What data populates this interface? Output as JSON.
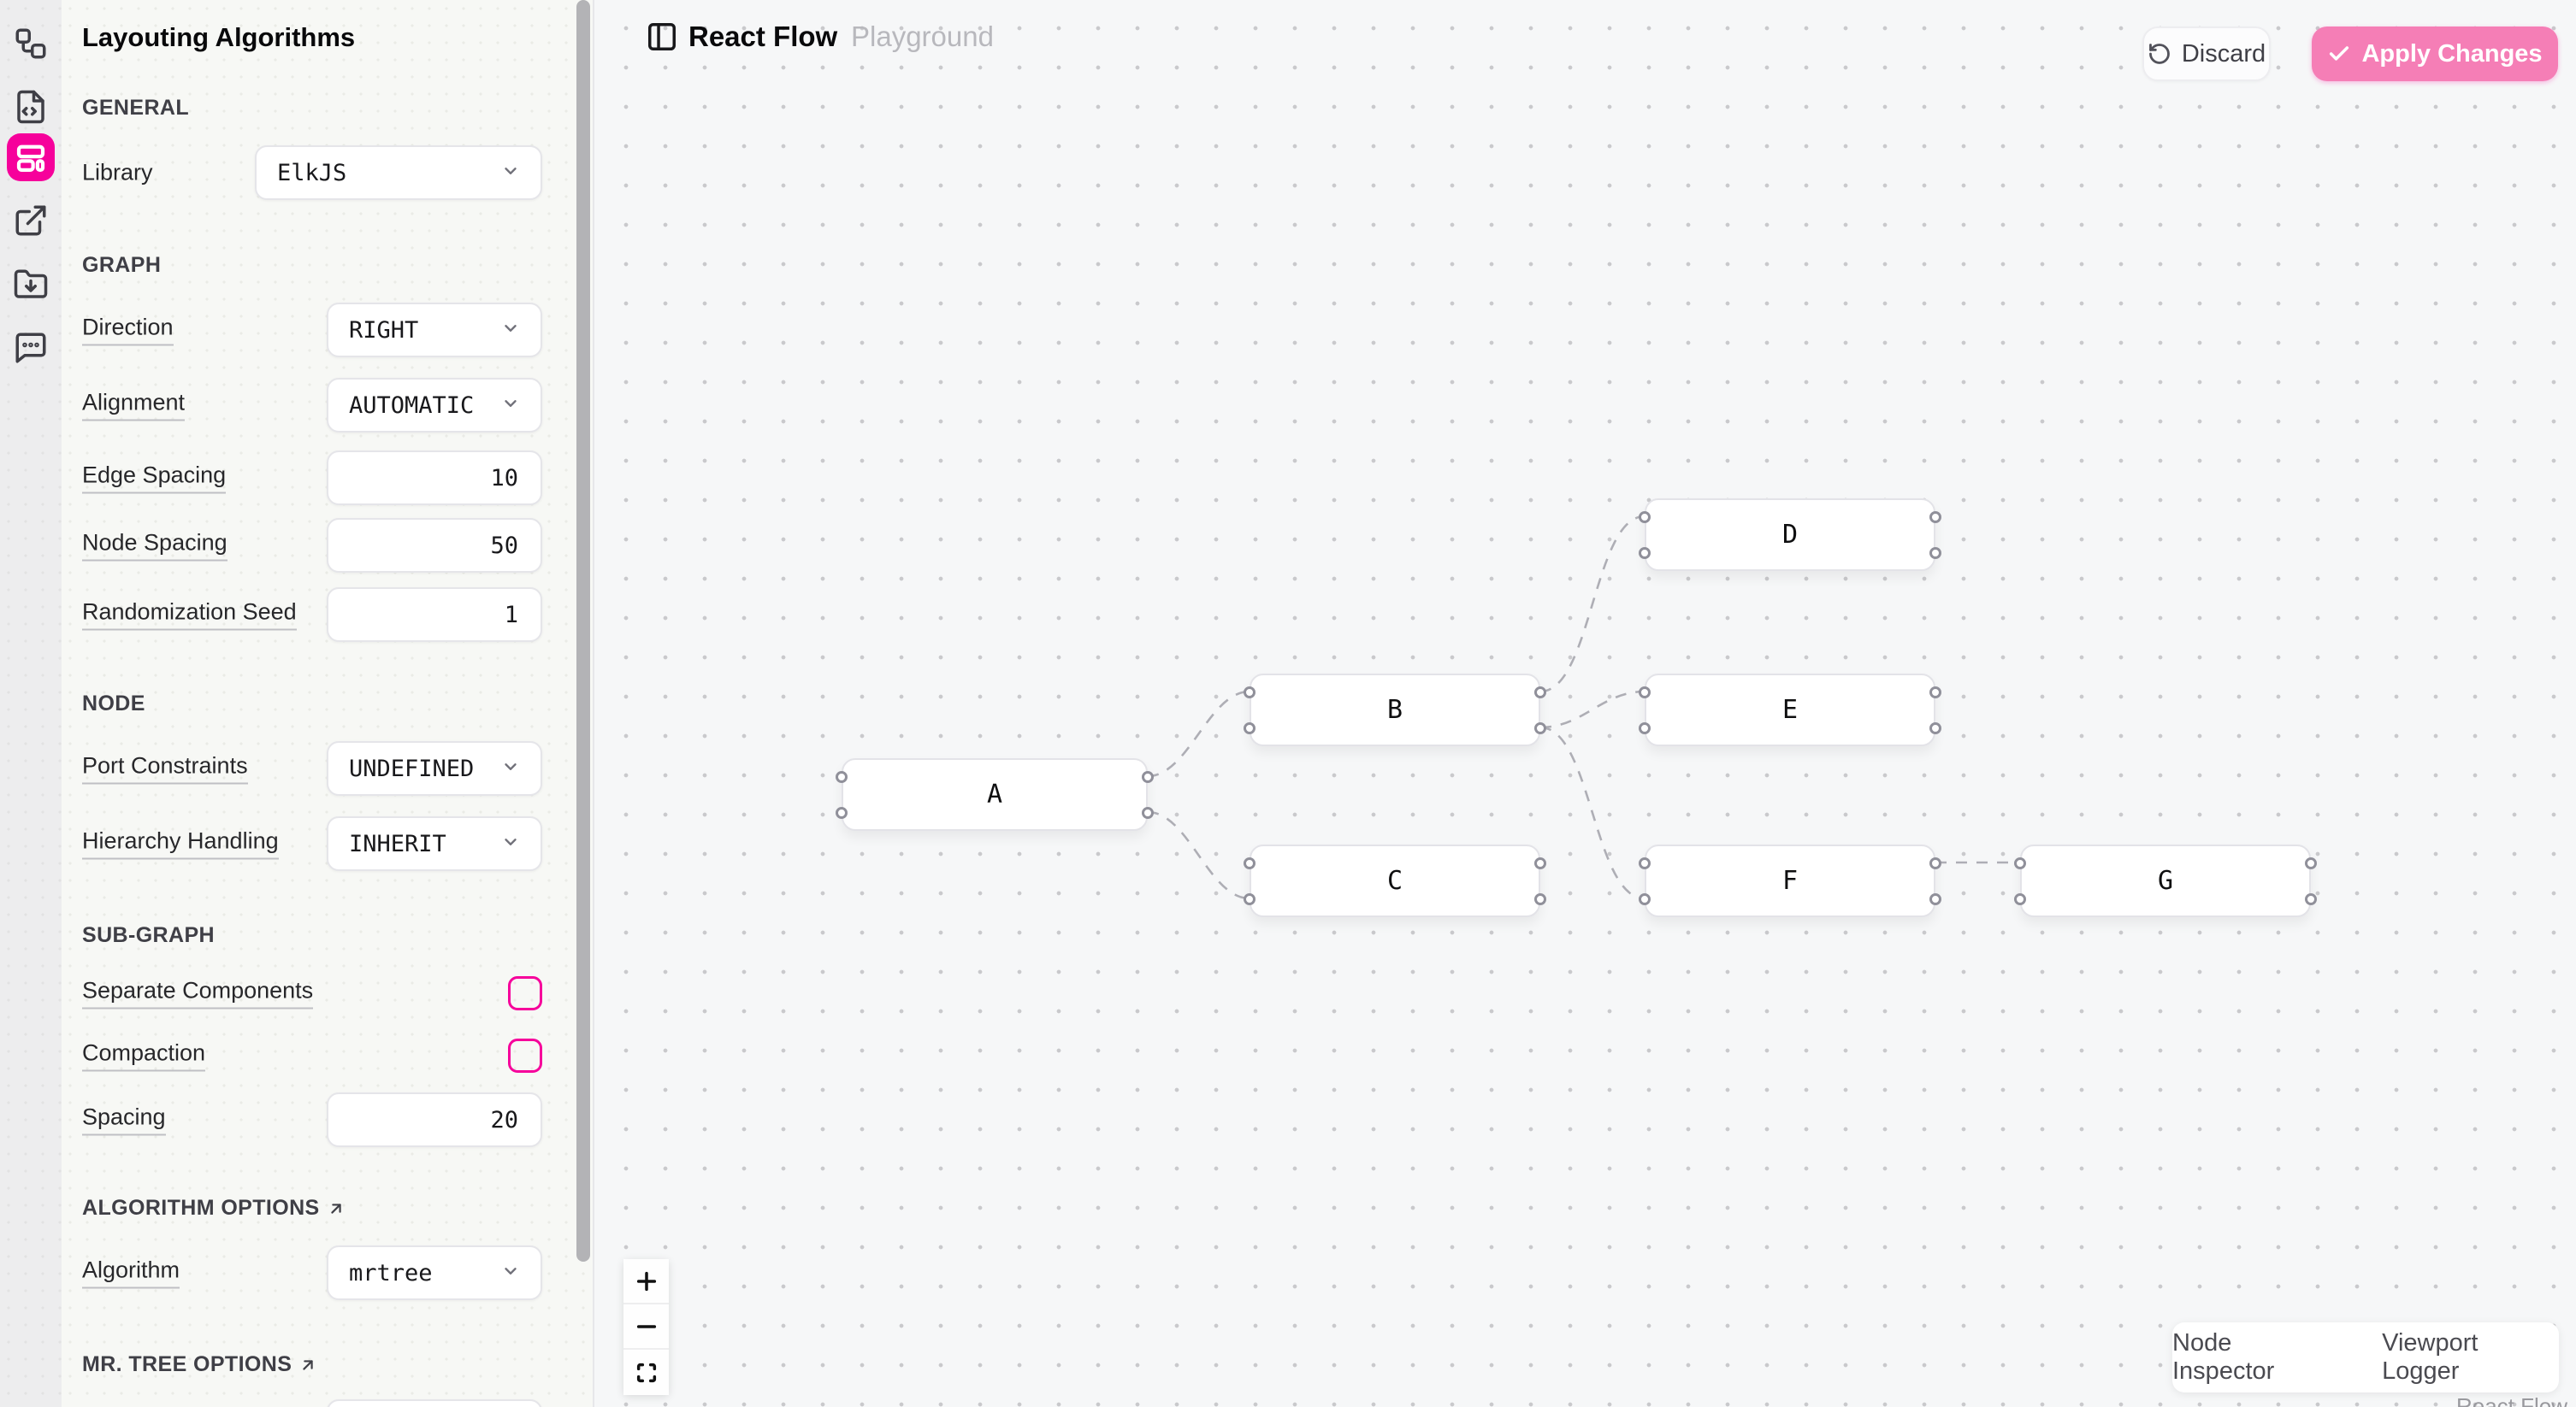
{
  "header": {
    "title": "React Flow",
    "subtitle": "Playground",
    "discard_label": "Discard",
    "apply_label": "Apply Changes"
  },
  "rail": {
    "icons": [
      "workflow-icon",
      "file-code-icon",
      "layout-dashboard-icon",
      "external-link-icon",
      "folder-download-icon",
      "message-dots-icon"
    ],
    "active_icon": "layout-dashboard-icon"
  },
  "panel": {
    "title": "Layouting Algorithms",
    "general": {
      "heading": "GENERAL",
      "library": {
        "label": "Library",
        "value": "ElkJS"
      }
    },
    "graph": {
      "heading": "GRAPH",
      "direction": {
        "label": "Direction",
        "value": "RIGHT"
      },
      "alignment": {
        "label": "Alignment",
        "value": "AUTOMATIC"
      },
      "edge_spacing": {
        "label": "Edge Spacing",
        "value": "10"
      },
      "node_spacing": {
        "label": "Node Spacing",
        "value": "50"
      },
      "randomization_seed": {
        "label": "Randomization Seed",
        "value": "1"
      }
    },
    "node": {
      "heading": "NODE",
      "port_constraints": {
        "label": "Port Constraints",
        "value": "UNDEFINED"
      },
      "hierarchy_handling": {
        "label": "Hierarchy Handling",
        "value": "INHERIT"
      }
    },
    "subgraph": {
      "heading": "SUB-GRAPH",
      "separate_components": {
        "label": "Separate Components",
        "checked": false
      },
      "compaction": {
        "label": "Compaction",
        "checked": false
      },
      "spacing": {
        "label": "Spacing",
        "value": "20"
      }
    },
    "algorithm_options": {
      "heading": "ALGORITHM OPTIONS",
      "algorithm": {
        "label": "Algorithm",
        "value": "mrtree"
      }
    },
    "mr_tree_options": {
      "heading": "MR. TREE OPTIONS"
    }
  },
  "flow": {
    "nodes": [
      {
        "id": "A",
        "label": "A"
      },
      {
        "id": "B",
        "label": "B"
      },
      {
        "id": "C",
        "label": "C"
      },
      {
        "id": "D",
        "label": "D"
      },
      {
        "id": "E",
        "label": "E"
      },
      {
        "id": "F",
        "label": "F"
      },
      {
        "id": "G",
        "label": "G"
      }
    ],
    "edges": [
      {
        "from": "A",
        "to": "B"
      },
      {
        "from": "A",
        "to": "C"
      },
      {
        "from": "B",
        "to": "D"
      },
      {
        "from": "B",
        "to": "E"
      },
      {
        "from": "B",
        "to": "F"
      },
      {
        "from": "F",
        "to": "G"
      }
    ]
  },
  "devtools": {
    "node_inspector": "Node Inspector",
    "viewport_logger": "Viewport Logger"
  },
  "attribution": "React Flow",
  "colors": {
    "accent": "#f6019b",
    "apply_button": "#f57eb6",
    "edge": "#aeaeb5",
    "canvas_dot": "#c9c9cc"
  }
}
